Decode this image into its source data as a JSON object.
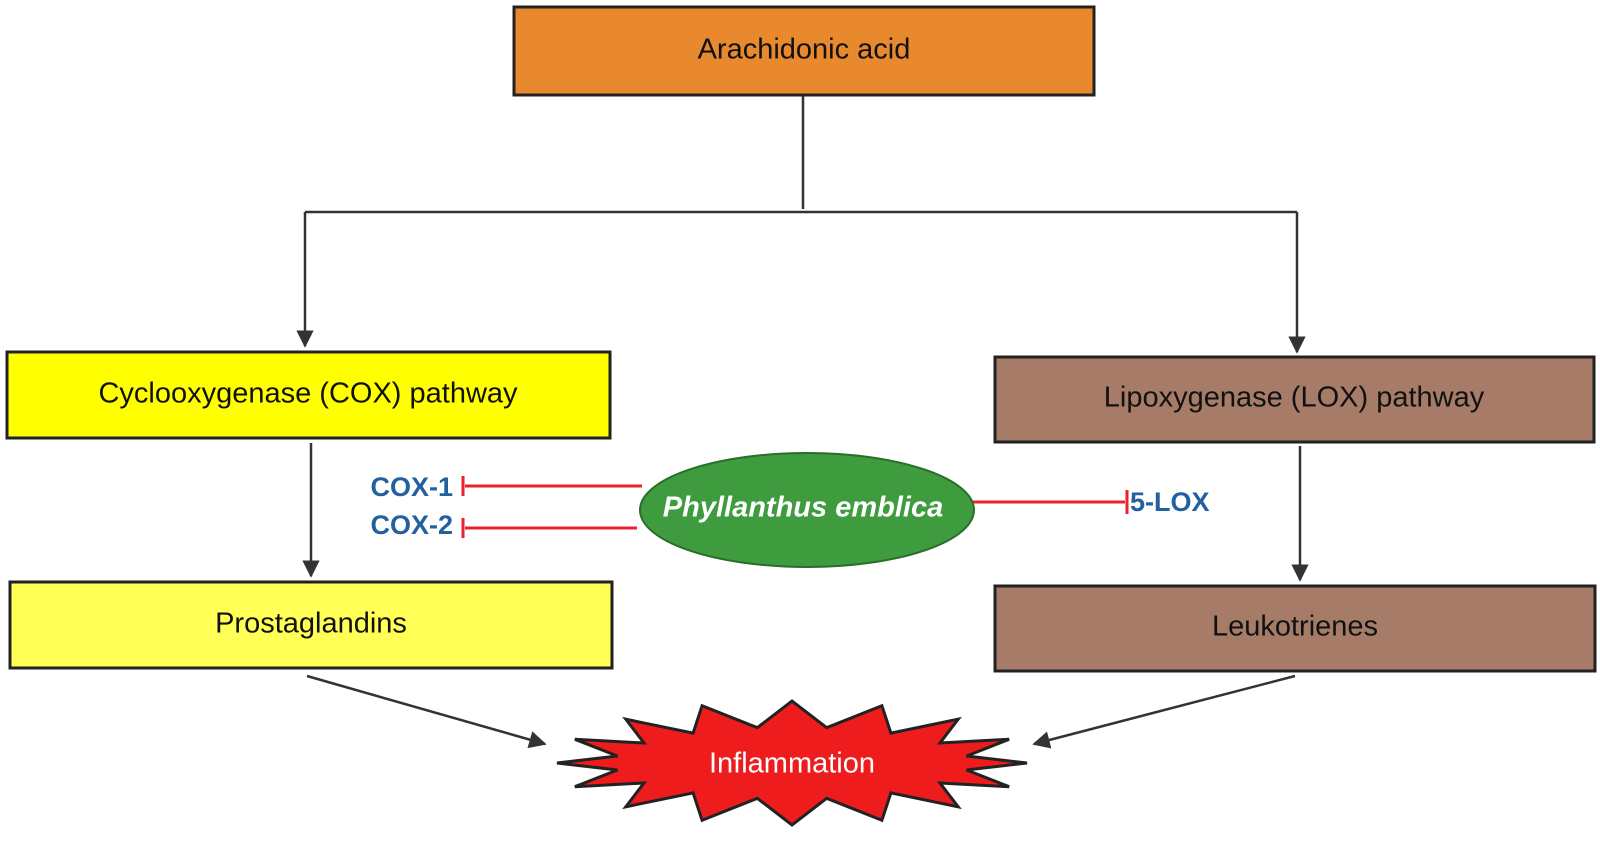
{
  "colors": {
    "arachidonic_fill": "#E8892E",
    "cox_fill": "#FFFF00",
    "prostaglandin_fill": "#FFFF55",
    "lox_fill": "#A67C68",
    "agent_fill": "#3E9B3E",
    "outcome_fill": "#EE1C1C",
    "inhibit_line": "#E8222E",
    "enzyme_text": "#23609F",
    "arrow": "#333333"
  },
  "nodes": {
    "arachidonic_acid": "Arachidonic acid",
    "cox_pathway": "Cyclooxygenase (COX) pathway",
    "lox_pathway": "Lipoxygenase (LOX) pathway",
    "prostaglandins": "Prostaglandins",
    "leukotrienes": "Leukotrienes",
    "inflammation": "Inflammation"
  },
  "agent": {
    "name": "Phyllanthus emblica"
  },
  "enzymes": {
    "cox1": "COX-1",
    "cox2": "COX-2",
    "lox5": "5-LOX"
  }
}
